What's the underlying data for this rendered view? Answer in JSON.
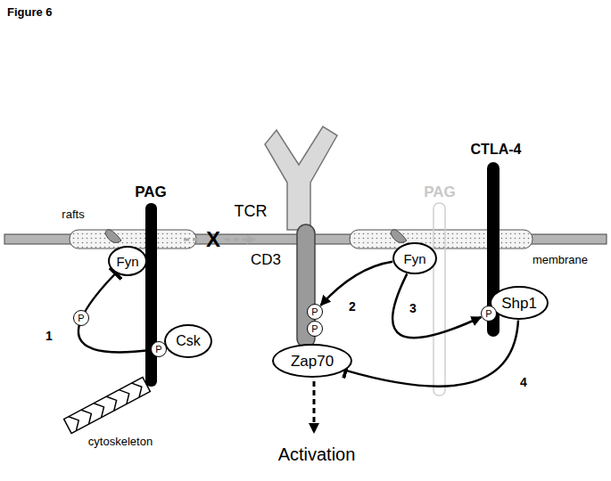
{
  "diagram": {
    "title": "Figure 6",
    "nodes": [
      {
        "text": [
          "Fyn"
        ]
      },
      {
        "text": [
          "P"
        ]
      },
      {
        "text": [
          "Csk"
        ]
      },
      {
        "text": [
          "P"
        ]
      },
      {
        "text": [
          "Fyn"
        ]
      },
      {
        "text": [
          "P"
        ]
      },
      {
        "text": [
          "P"
        ]
      },
      {
        "text": [
          "Shp1"
        ]
      },
      {
        "text": [
          "P"
        ]
      },
      {
        "text": [
          "Zap70"
        ]
      }
    ],
    "edges": [
      {
        "from": 3,
        "to": 0,
        "arrow": "to"
      },
      {
        "from": 4,
        "to": 5,
        "arrow": "to"
      },
      {
        "from": 4,
        "to": 8,
        "arrow": "to"
      },
      {
        "from": 7,
        "to": 9,
        "arrow": "to"
      }
    ],
    "labels": [
      "rafts",
      "PAG",
      "X",
      "TCR",
      "CD3",
      "PAG",
      "CTLA-4",
      "membrane",
      "1",
      "2",
      "3",
      "4",
      "cytoskeleton",
      "Activation"
    ]
  }
}
